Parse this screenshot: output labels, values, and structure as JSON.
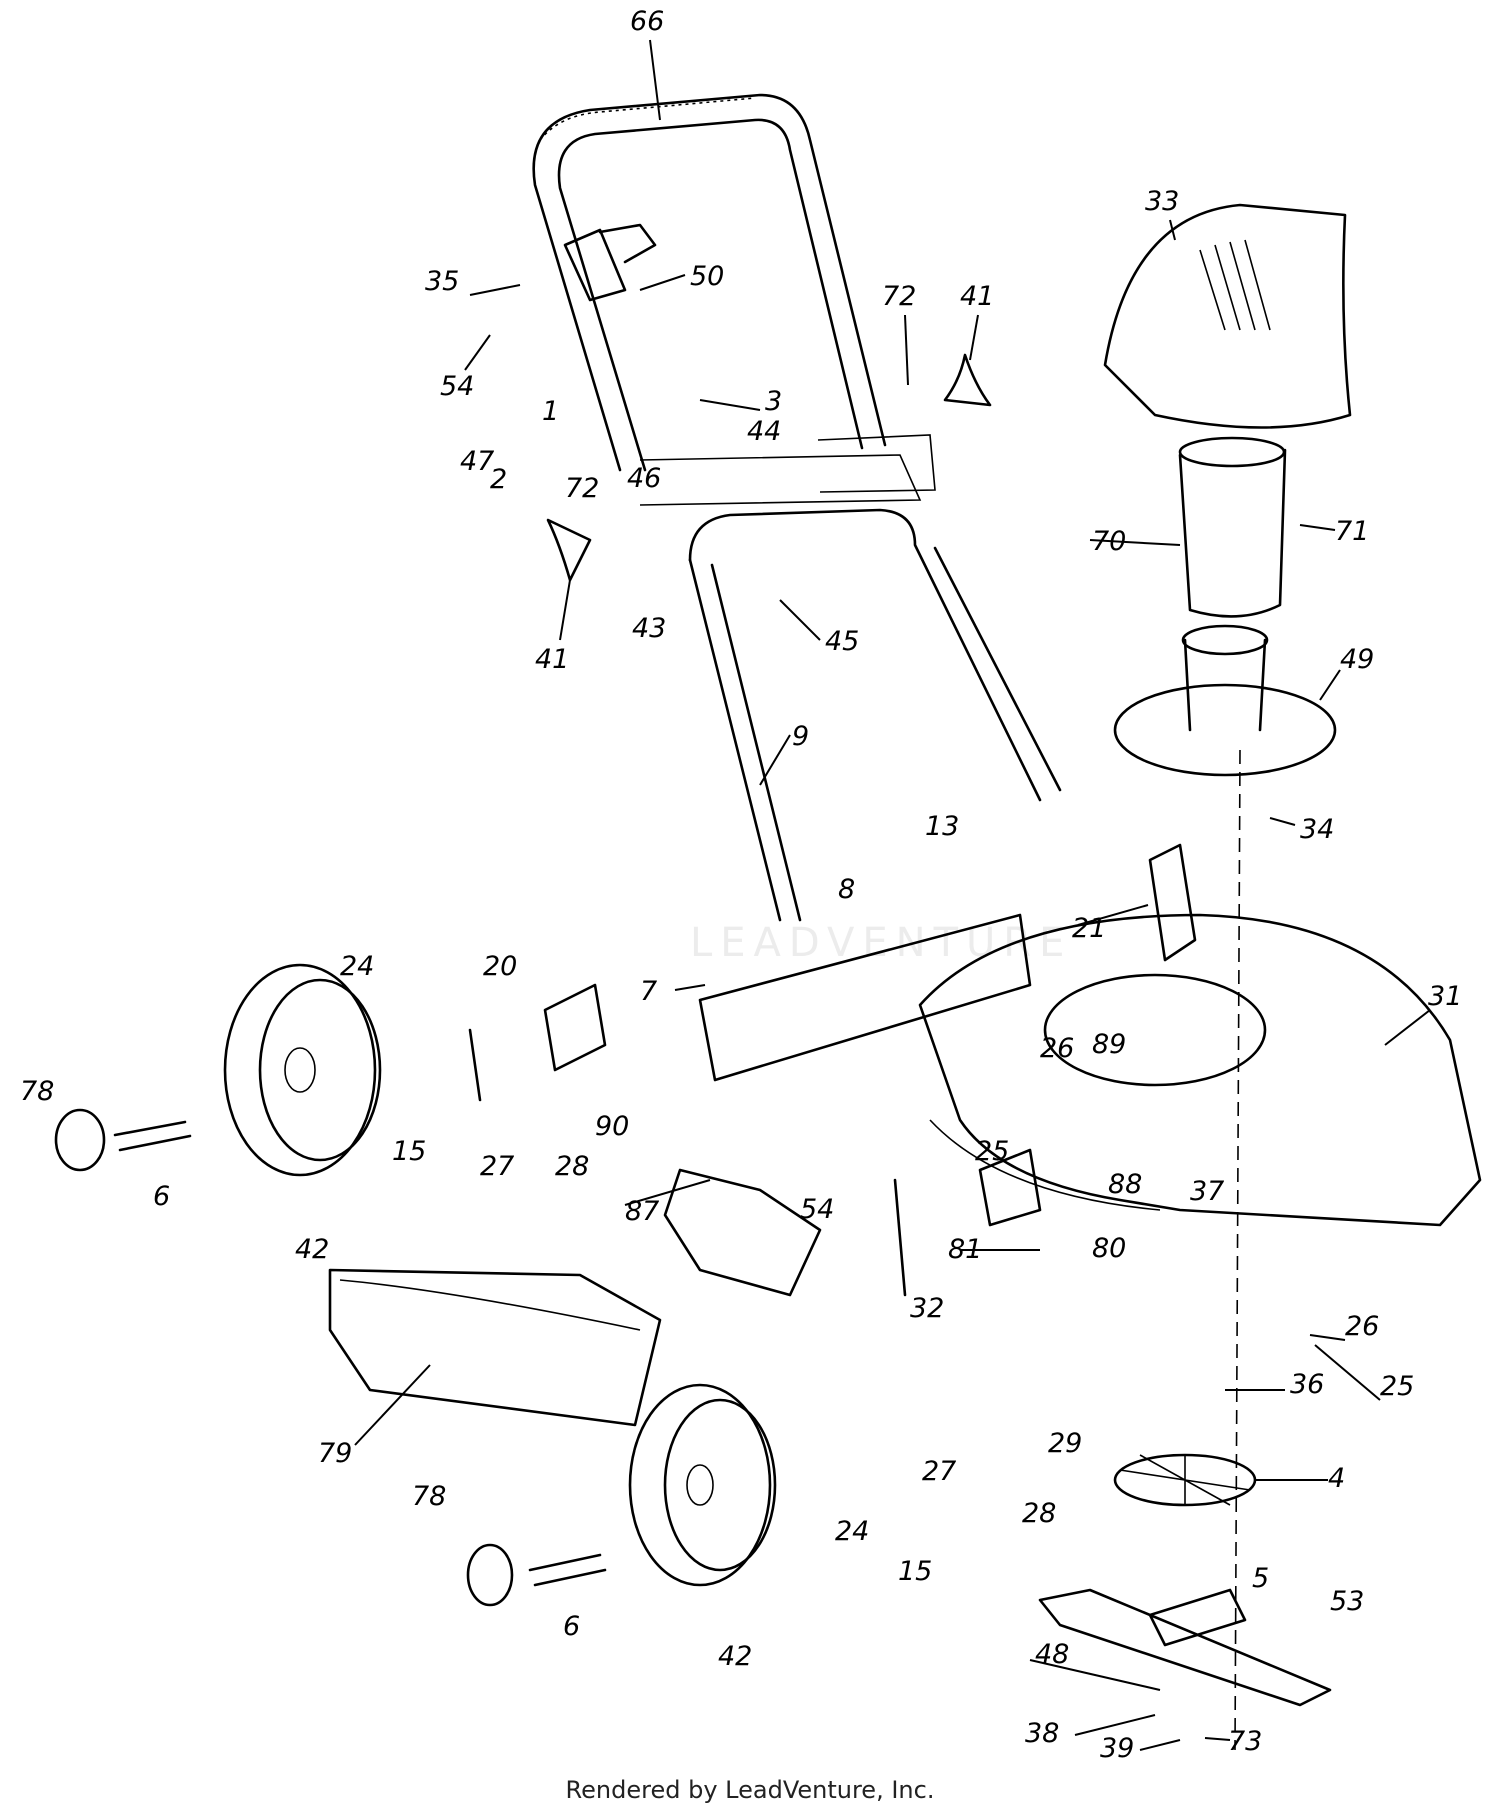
{
  "footer": "Rendered by LeadVenture, Inc.",
  "watermark": "LEADVENTURE",
  "callouts": [
    "66",
    "33",
    "35",
    "50",
    "72",
    "41",
    "54",
    "3",
    "1",
    "47",
    "44",
    "2",
    "46",
    "72",
    "70",
    "71",
    "41",
    "43",
    "45",
    "49",
    "9",
    "13",
    "34",
    "8",
    "21",
    "20",
    "24",
    "31",
    "7",
    "26",
    "89",
    "78",
    "15",
    "25",
    "27",
    "28",
    "90",
    "37",
    "6",
    "87",
    "88",
    "42",
    "54",
    "81",
    "80",
    "32",
    "26",
    "79",
    "25",
    "36",
    "29",
    "27",
    "28",
    "4",
    "78",
    "24",
    "15",
    "5",
    "53",
    "6",
    "42",
    "48",
    "38",
    "39",
    "73"
  ]
}
